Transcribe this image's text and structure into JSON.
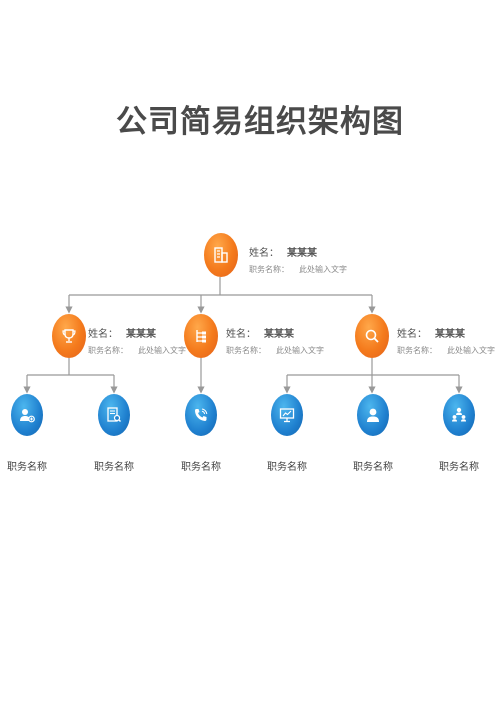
{
  "title": "公司简易组织架构图",
  "accent_orange": "#f47a1c",
  "accent_blue": "#1f80cf",
  "root": {
    "icon": "building-icon",
    "name_label": "姓名：",
    "name_value": "某某某",
    "desc_label": "职务名称：",
    "desc_value": "此处输入文字"
  },
  "managers": [
    {
      "icon": "trophy-icon",
      "name_label": "姓名：",
      "name_value": "某某某",
      "desc_label": "职务名称：",
      "desc_value": "此处输入文字"
    },
    {
      "icon": "hierarchy-icon",
      "name_label": "姓名：",
      "name_value": "某某某",
      "desc_label": "职务名称：",
      "desc_value": "此处输入文字"
    },
    {
      "icon": "search-icon",
      "name_label": "姓名：",
      "name_value": "某某某",
      "desc_label": "职务名称：",
      "desc_value": "此处输入文字"
    }
  ],
  "staff": [
    {
      "icon": "user-add-icon",
      "label": "职务名称"
    },
    {
      "icon": "document-search-icon",
      "label": "职务名称"
    },
    {
      "icon": "phone-icon",
      "label": "职务名称"
    },
    {
      "icon": "presentation-icon",
      "label": "职务名称"
    },
    {
      "icon": "person-icon",
      "label": "职务名称"
    },
    {
      "icon": "team-icon",
      "label": "职务名称"
    }
  ]
}
